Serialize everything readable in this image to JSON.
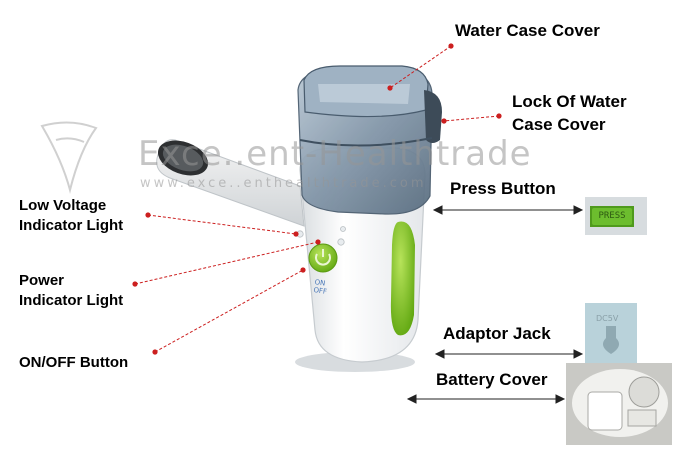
{
  "labels": {
    "water_case_cover": "Water Case Cover",
    "lock_line1": "Lock Of Water",
    "lock_line2": "Case Cover",
    "press_button": "Press Button",
    "low_voltage_line1": "Low Voltage",
    "low_voltage_line2": "Indicator Light",
    "power_line1": "Power",
    "power_line2": "Indicator Light",
    "onoff_button": "ON/OFF Button",
    "adaptor_jack": "Adaptor Jack",
    "battery_cover": "Battery Cover"
  },
  "watermark": {
    "line1": "Exce..ent-Healthtrade",
    "line2": "www.exce..enthealthtrade.com"
  },
  "device": {
    "onoff_text_line1": "ON",
    "onoff_text_line2": "OFF",
    "press_text": "PRESS",
    "dc_text": "DC5V"
  },
  "colors": {
    "accent_green": "#7cc31f",
    "leader_line": "#cc1f1f",
    "water_case": "#8a9fb0"
  }
}
